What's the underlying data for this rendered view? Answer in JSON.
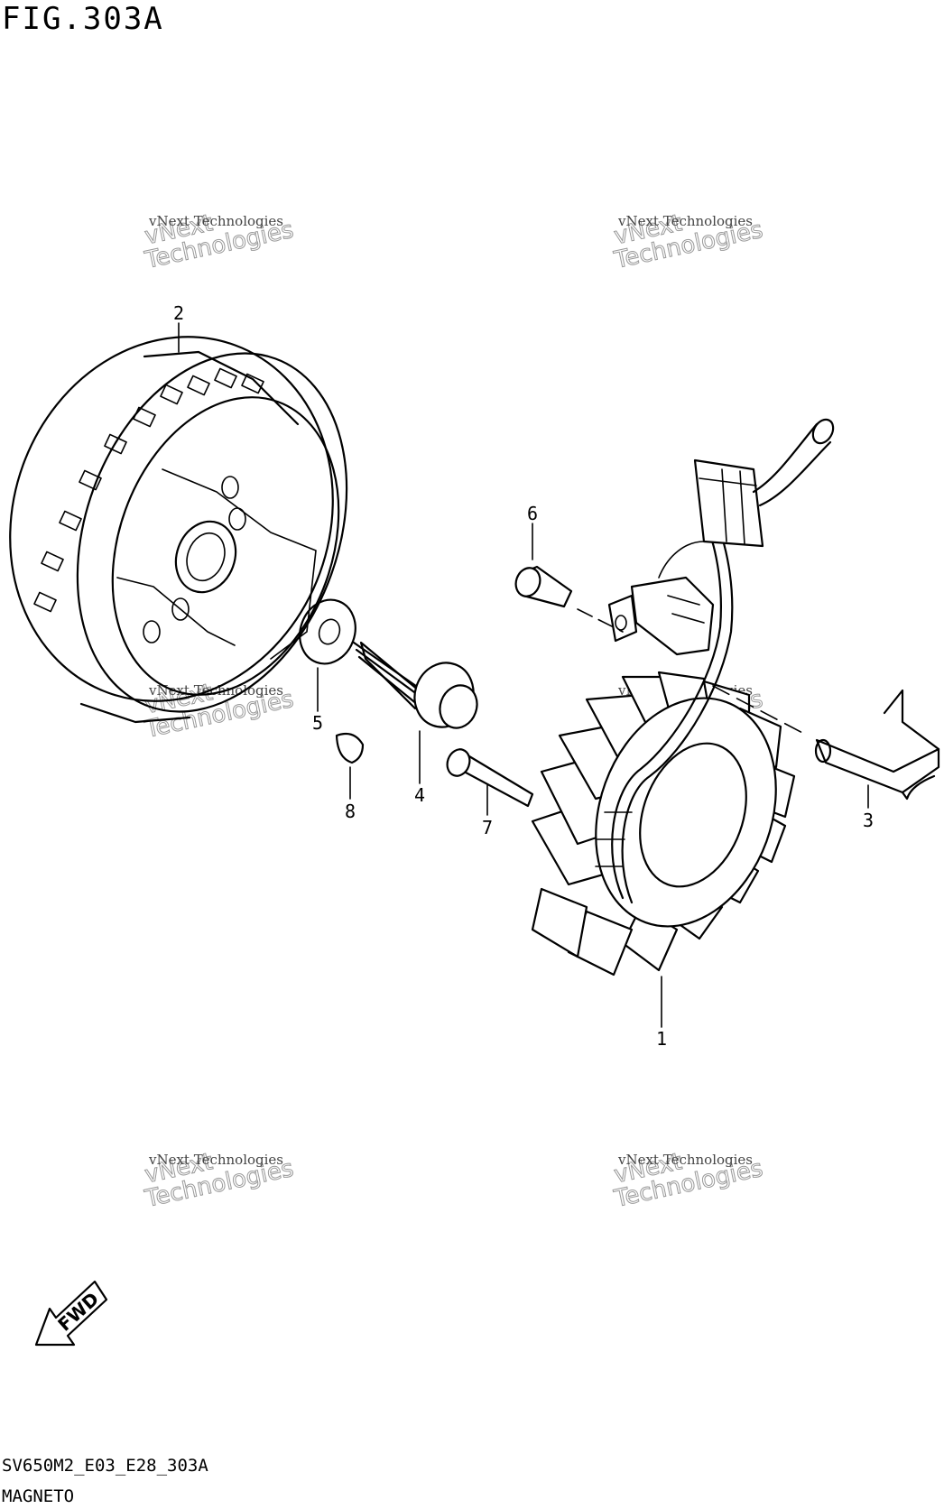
{
  "figure": {
    "title": "FIG.303A",
    "code": "SV650M2_E03_E28_303A",
    "caption": "MAGNETO"
  },
  "callouts": [
    "1",
    "2",
    "3",
    "4",
    "5",
    "6",
    "7",
    "8"
  ],
  "watermark": {
    "line1": "vNext Technologies",
    "line2": "vNext",
    "line3": "Technologies"
  },
  "direction_badge": "FWD"
}
